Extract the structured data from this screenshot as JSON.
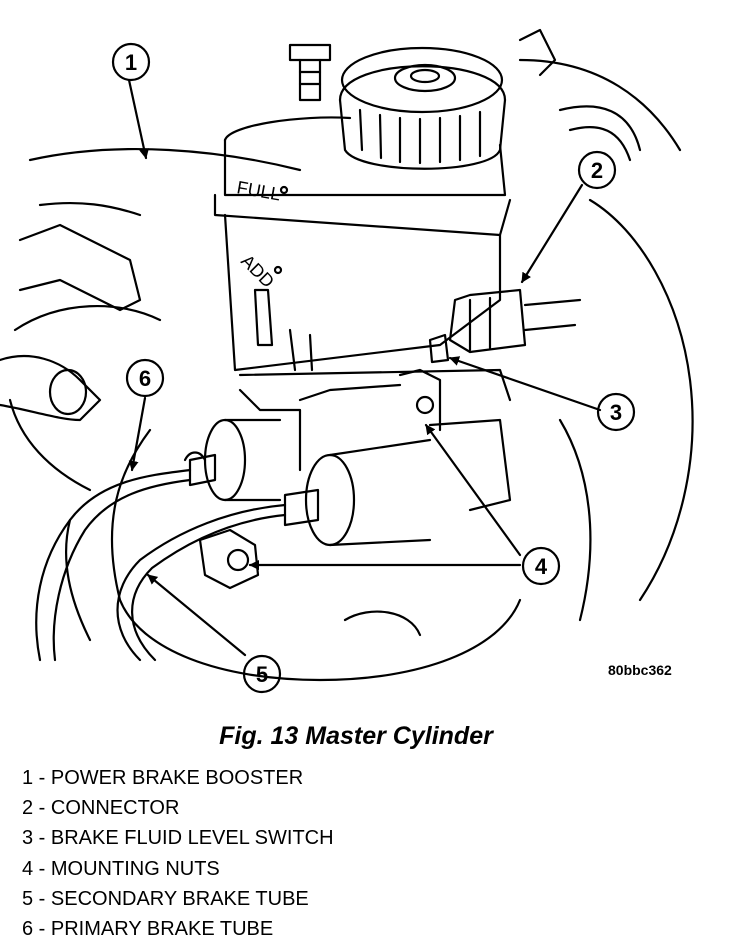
{
  "figure": {
    "caption": "Fig. 13 Master Cylinder",
    "figure_id": "80bbc362",
    "embossed_full": "FULL",
    "embossed_add": "ADD"
  },
  "callouts": [
    {
      "number": "1"
    },
    {
      "number": "2"
    },
    {
      "number": "3"
    },
    {
      "number": "4"
    },
    {
      "number": "5"
    },
    {
      "number": "6"
    }
  ],
  "legend": [
    {
      "text": "1 - POWER BRAKE BOOSTER"
    },
    {
      "text": "2 - CONNECTOR"
    },
    {
      "text": "3 - BRAKE FLUID LEVEL SWITCH"
    },
    {
      "text": "4 - MOUNTING NUTS"
    },
    {
      "text": "5 - SECONDARY BRAKE TUBE"
    },
    {
      "text": "6 - PRIMARY BRAKE TUBE"
    }
  ]
}
